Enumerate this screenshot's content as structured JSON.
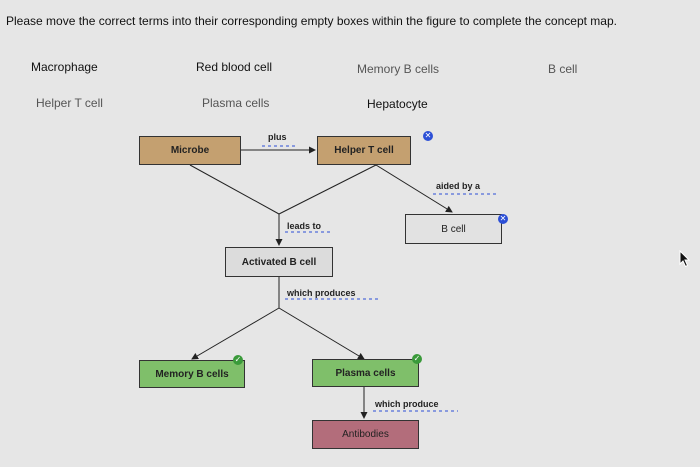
{
  "instruction": "Please move the correct terms into their corresponding empty boxes within the figure to complete the concept map.",
  "terms": [
    {
      "label": "Macrophage"
    },
    {
      "label": "Red blood cell"
    },
    {
      "label": "Memory B cells"
    },
    {
      "label": "B cell"
    },
    {
      "label": "Helper T cell"
    },
    {
      "label": "Plasma cells"
    },
    {
      "label": "Hepatocyte"
    }
  ],
  "nodes": {
    "microbe": "Microbe",
    "helper_t": "Helper T cell",
    "b_cell": "B cell",
    "activated_b": "Activated B cell",
    "memory_b": "Memory B cells",
    "plasma": "Plasma cells",
    "antibodies": "Antibodies"
  },
  "links": {
    "plus": "plus",
    "aided_by": "aided by a",
    "leads_to": "leads to",
    "which_produces": "which produces",
    "which_produce": "which produce"
  },
  "badges": {
    "wrong": "✕",
    "correct": "✓"
  },
  "colors": {
    "background": "#e6e6e6",
    "tan_box": "#c4a070",
    "green_box": "#7fbf6a",
    "antibody_box": "#b36d7b",
    "badge_wrong": "#2c4fd6",
    "badge_correct": "#3a9a3a",
    "link_dash": "#2c4fd6"
  }
}
